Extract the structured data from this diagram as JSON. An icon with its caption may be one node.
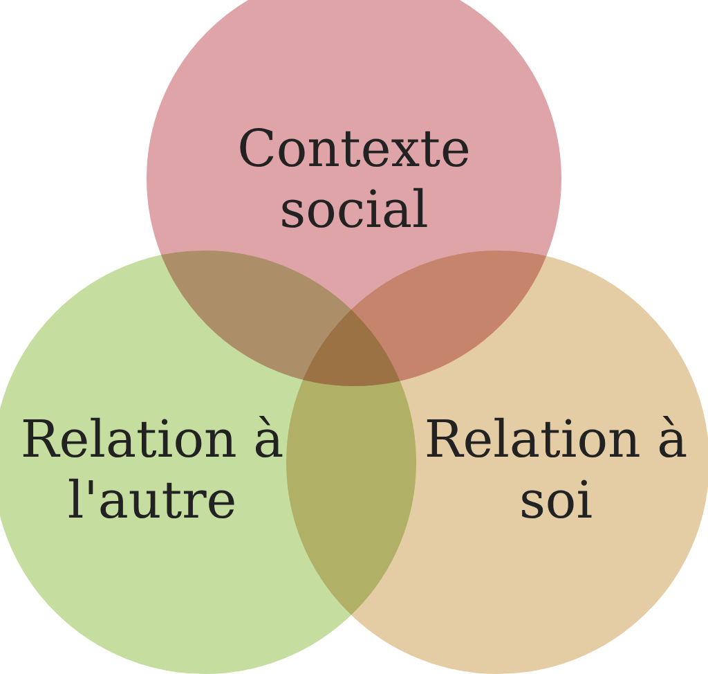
{
  "diagram": {
    "nodes": [
      {
        "text": [
          "Contexte social"
        ]
      },
      {
        "text": [
          "Relation à l'autre"
        ]
      },
      {
        "text": [
          "Relation à soi"
        ]
      }
    ],
    "edges": []
  }
}
